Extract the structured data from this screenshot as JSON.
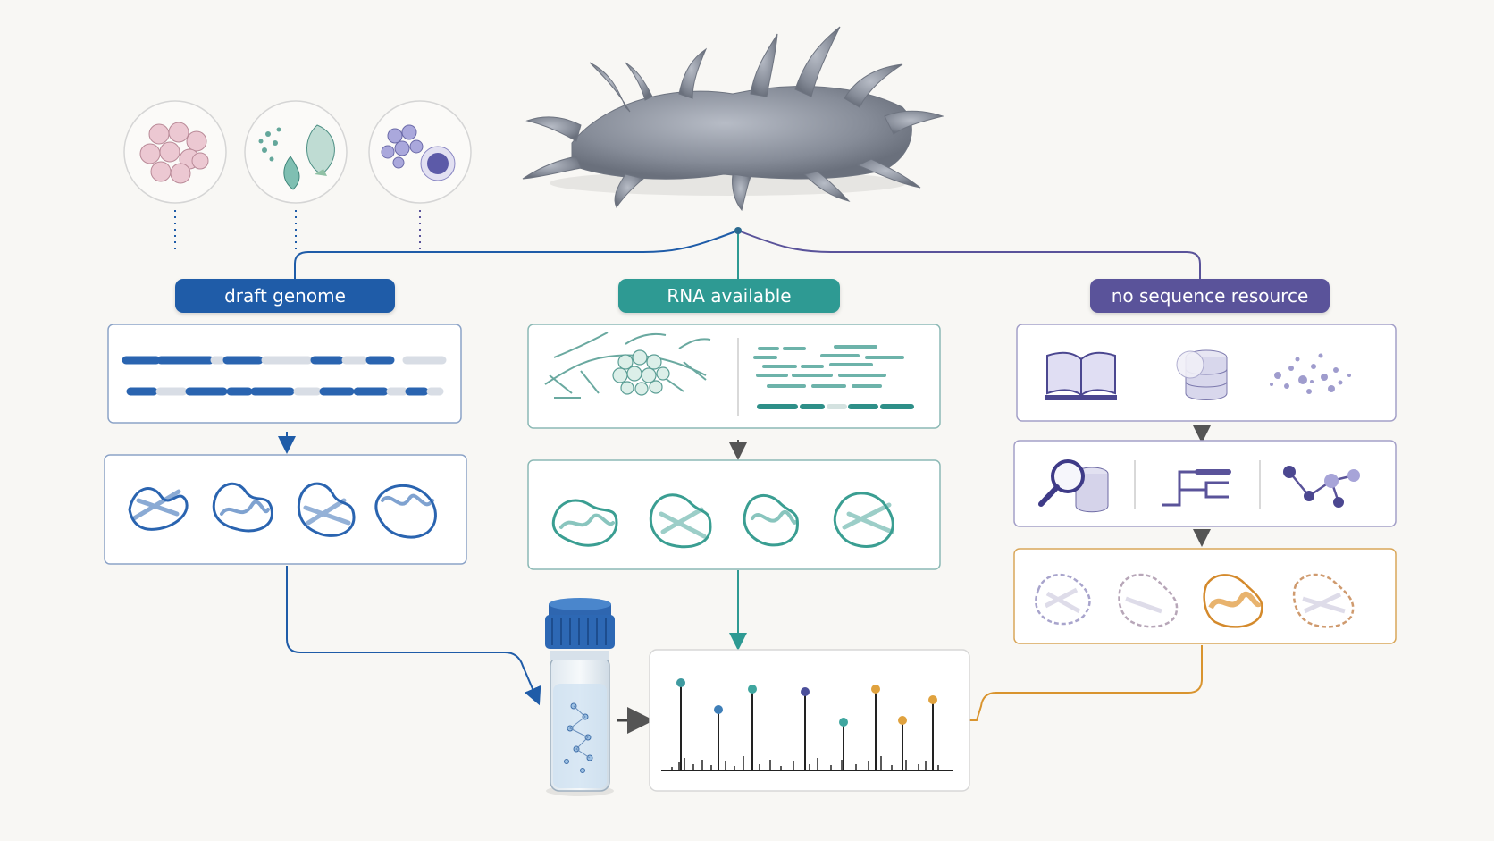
{
  "labels": {
    "draft": "draft genome",
    "rna": "RNA available",
    "noseq": "no sequence resource"
  },
  "colors": {
    "blue": "#1f5ca8",
    "teal": "#2e9a93",
    "purple": "#5a539a",
    "orange": "#d9942e",
    "organism": "#8a8f9a",
    "background": "#f8f7f4"
  },
  "icons": [
    "tissue-cells-icon",
    "plant-leaf-icon",
    "blood-cells-icon",
    "book-icon",
    "database-icon",
    "dot-cloud-icon",
    "search-database-icon",
    "tree-icon",
    "network-icon",
    "vial-icon"
  ]
}
